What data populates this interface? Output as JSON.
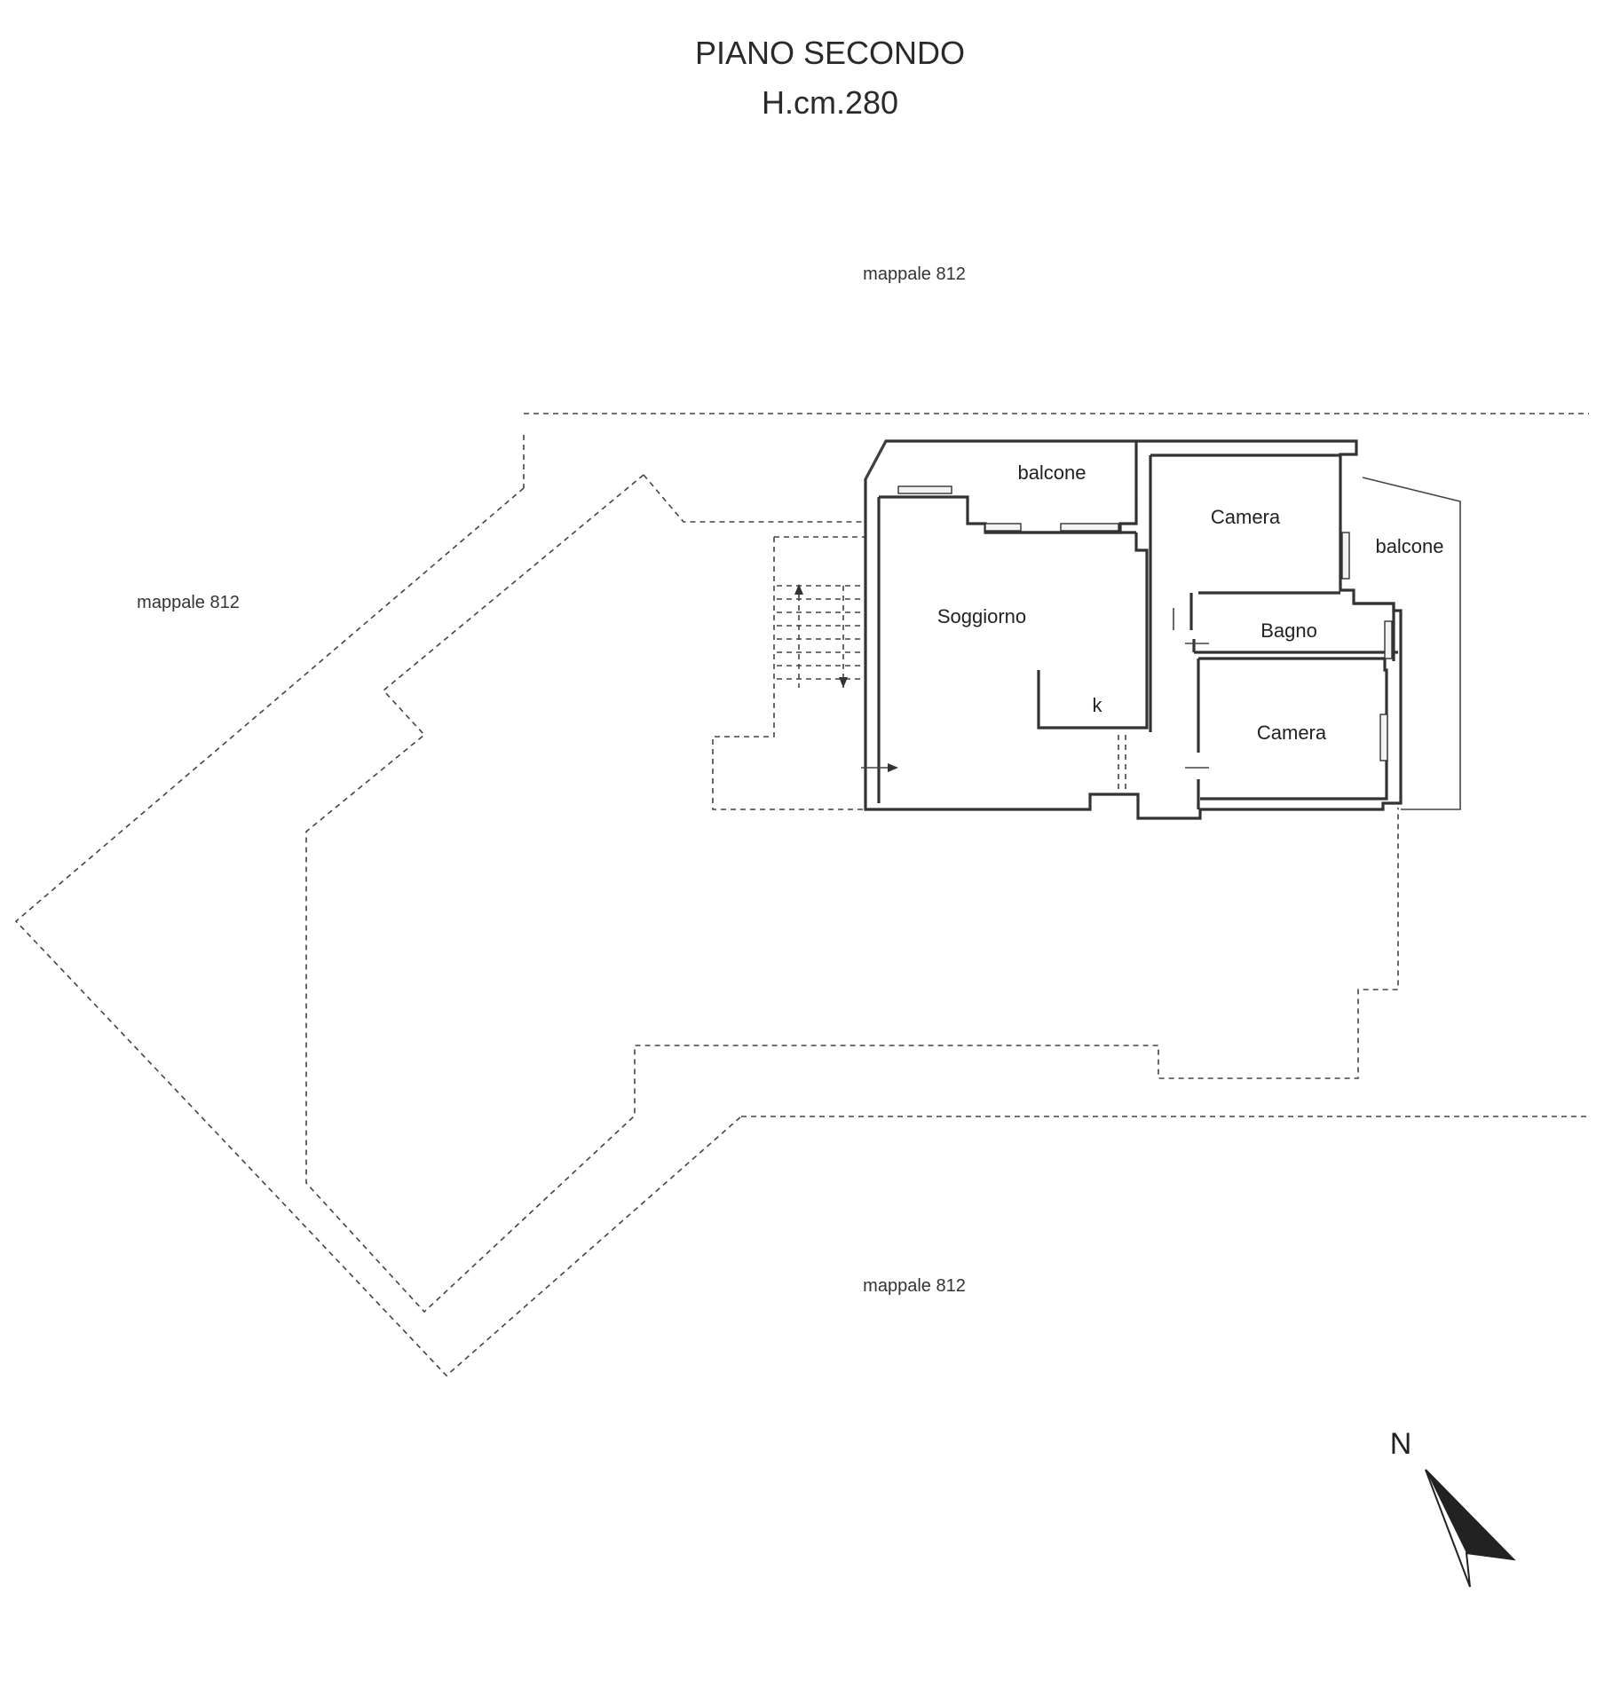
{
  "title": "PIANO SECONDO",
  "height_label": "H.cm.280",
  "parcels": {
    "top": "mappale 812",
    "left": "mappale 812",
    "bottom": "mappale 812"
  },
  "rooms": {
    "balcone_north": "balcone",
    "camera_north": "Camera",
    "balcone_east": "balcone",
    "soggiorno": "Soggiorno",
    "bagno": "Bagno",
    "kitchen": "k",
    "camera_south": "Camera"
  },
  "north_label": "N",
  "colors": {
    "line": "#333333",
    "background": "#ffffff"
  }
}
